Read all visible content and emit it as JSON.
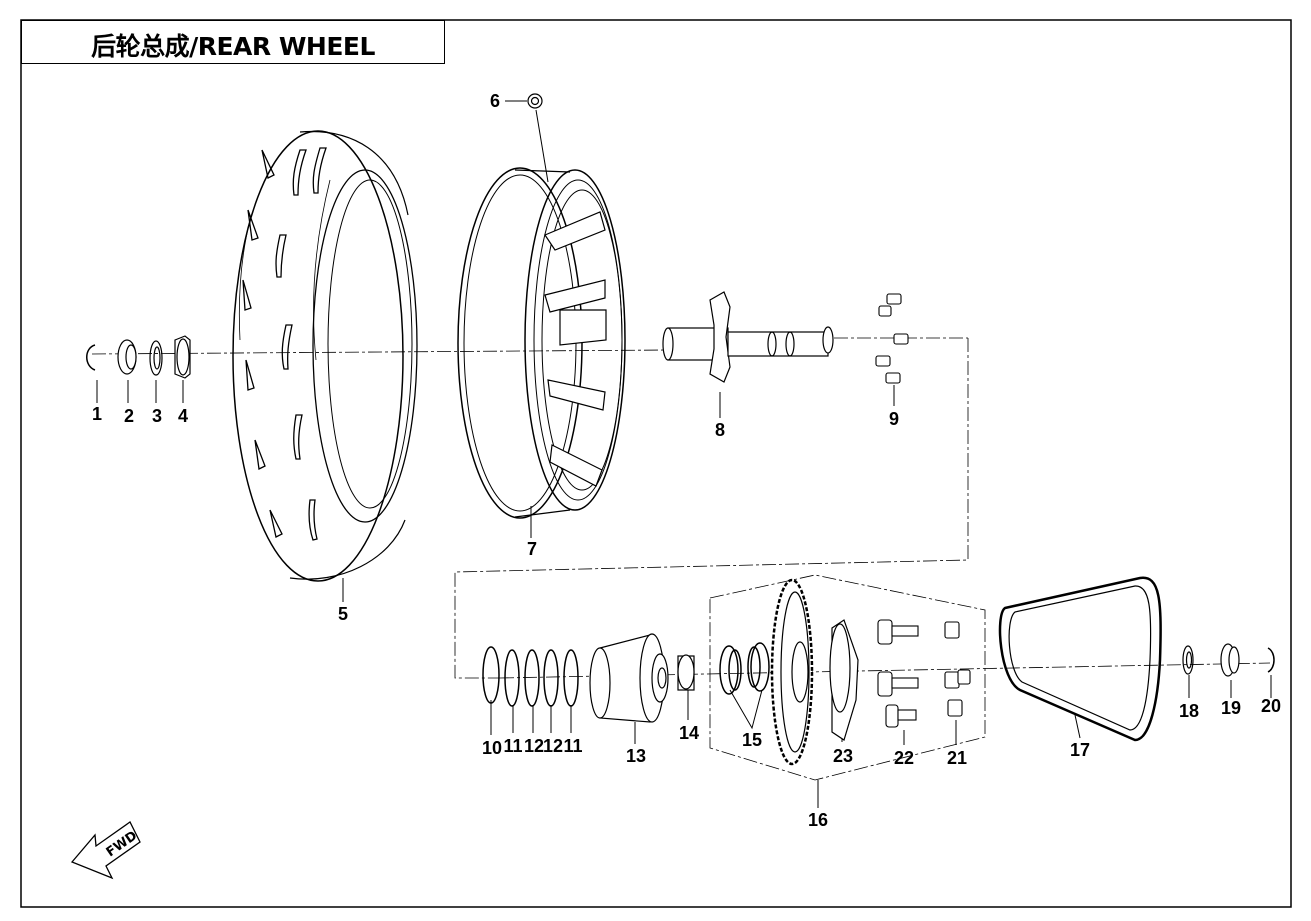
{
  "title": "后轮总成/REAR WHEEL",
  "direction_marker": "FWD",
  "callouts": [
    {
      "id": "c1",
      "label": "1"
    },
    {
      "id": "c2",
      "label": "2"
    },
    {
      "id": "c3",
      "label": "3"
    },
    {
      "id": "c4",
      "label": "4"
    },
    {
      "id": "c5",
      "label": "5"
    },
    {
      "id": "c6",
      "label": "6"
    },
    {
      "id": "c7",
      "label": "7"
    },
    {
      "id": "c8",
      "label": "8"
    },
    {
      "id": "c9",
      "label": "9"
    },
    {
      "id": "c10",
      "label": "10"
    },
    {
      "id": "c11a",
      "label": "11"
    },
    {
      "id": "c12a",
      "label": "12"
    },
    {
      "id": "c12b",
      "label": "12"
    },
    {
      "id": "c11b",
      "label": "11"
    },
    {
      "id": "c13",
      "label": "13"
    },
    {
      "id": "c14",
      "label": "14"
    },
    {
      "id": "c15",
      "label": "15"
    },
    {
      "id": "c16",
      "label": "16"
    },
    {
      "id": "c17",
      "label": "17"
    },
    {
      "id": "c18",
      "label": "18"
    },
    {
      "id": "c19",
      "label": "19"
    },
    {
      "id": "c20",
      "label": "20"
    },
    {
      "id": "c21",
      "label": "21"
    },
    {
      "id": "c22",
      "label": "22"
    },
    {
      "id": "c23",
      "label": "23"
    }
  ]
}
